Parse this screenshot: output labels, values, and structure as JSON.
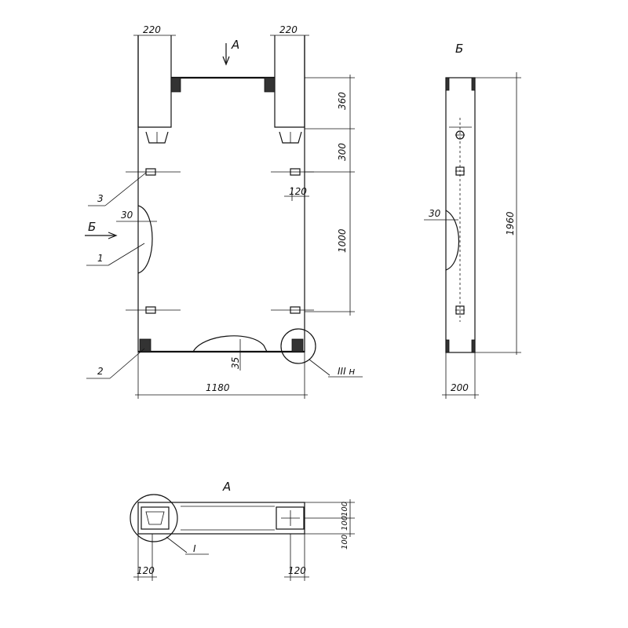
{
  "view_labels": {
    "top_arrow": "А",
    "side_arrow": "Б",
    "side_view_title": "Б",
    "plan_view_title": "А"
  },
  "front_dims": {
    "top_left": "220",
    "top_right": "220",
    "v_upper": "360",
    "v_mid": "300",
    "v_main": "1000",
    "inner_120": "120",
    "edge_30": "30",
    "width": "1180",
    "bottom_35": "35"
  },
  "callouts": {
    "c1": "1",
    "c2": "2",
    "c3": "3",
    "detail_III": "III н",
    "detail_I": "I"
  },
  "side_dims": {
    "height": "1960",
    "width": "200",
    "edge_30": "30"
  },
  "plan_dims": {
    "left_120": "120",
    "right_120": "120",
    "h_100a": "100",
    "h_100b": "100",
    "h_100c": "100"
  }
}
